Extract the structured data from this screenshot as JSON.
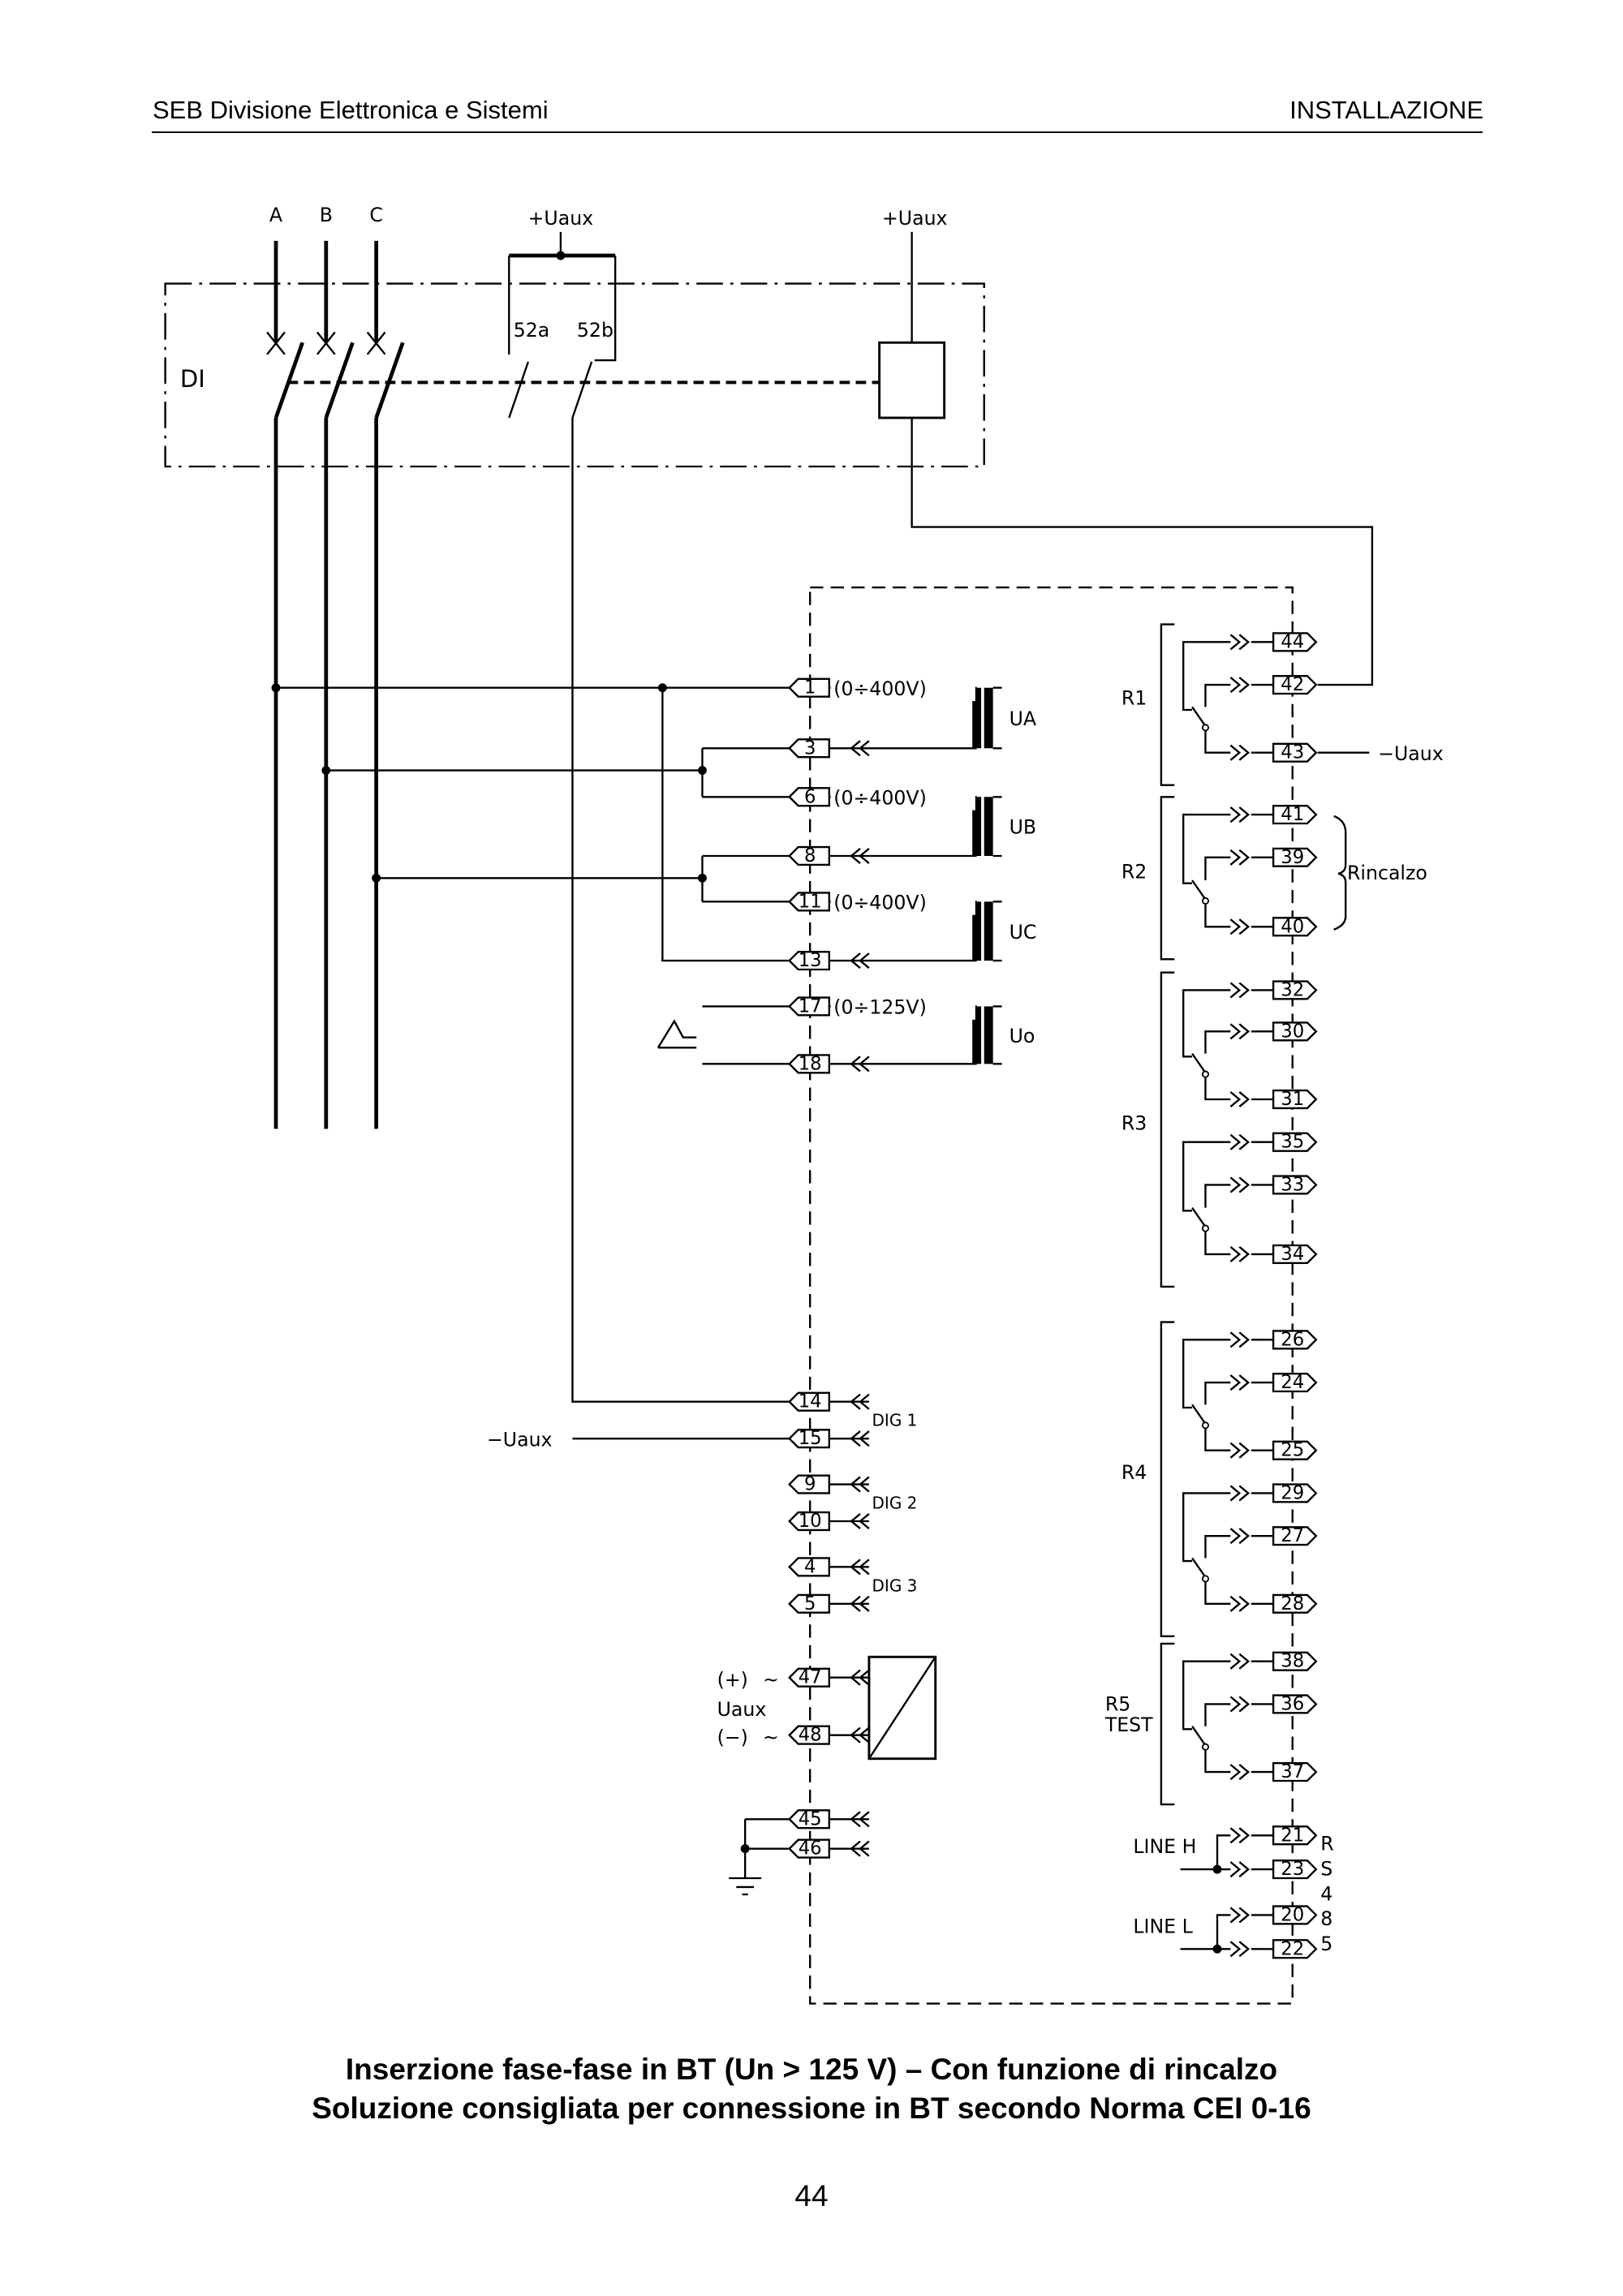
{
  "header": {
    "left": "SEB Divisione Elettronica e Sistemi",
    "right": "INSTALLAZIONE"
  },
  "diagram": {
    "phases": [
      "A",
      "B",
      "C"
    ],
    "breaker": {
      "label": "DI",
      "aux_supply": "+Uaux",
      "coil_supply": "+Uaux",
      "contacts": [
        "52a",
        "52b"
      ]
    },
    "voltage_inputs": [
      {
        "name": "UA",
        "terminals": [
          "1",
          "3"
        ],
        "range": "(0÷400V)"
      },
      {
        "name": "UB",
        "terminals": [
          "6",
          "8"
        ],
        "range": "(0÷400V)"
      },
      {
        "name": "UC",
        "terminals": [
          "11",
          "13"
        ],
        "range": "(0÷400V)"
      },
      {
        "name": "Uo",
        "terminals": [
          "17",
          "18"
        ],
        "range": "(0÷125V)"
      }
    ],
    "digital_inputs": [
      {
        "name": "DIG 1",
        "terminals": [
          "14",
          "15"
        ]
      },
      {
        "name": "DIG 2",
        "terminals": [
          "9",
          "10"
        ]
      },
      {
        "name": "DIG 3",
        "terminals": [
          "4",
          "5"
        ]
      }
    ],
    "minus_uaux_left": "−Uaux",
    "supply": {
      "label": "Uaux",
      "plus": "(+)",
      "minus": "(−)",
      "tilde": "~",
      "terminals": [
        "47",
        "48"
      ]
    },
    "ground_terminals": [
      "45",
      "46"
    ],
    "relays": [
      {
        "name": "R1",
        "terminals": [
          "44",
          "42",
          "43"
        ]
      },
      {
        "name": "R2",
        "terminals": [
          "41",
          "39",
          "40"
        ]
      },
      {
        "name": "R3",
        "terminals": [
          "32",
          "30",
          "31",
          "35",
          "33",
          "34"
        ]
      },
      {
        "name": "R4",
        "terminals": [
          "26",
          "24",
          "25",
          "29",
          "27",
          "28"
        ]
      },
      {
        "name": "R5",
        "sublabel": "TEST",
        "terminals": [
          "38",
          "36",
          "37"
        ]
      }
    ],
    "minus_uaux_right": "−Uaux",
    "rincalzo": "Rincalzo",
    "rs485": {
      "line_h": "LINE H",
      "line_l": "LINE L",
      "terminals": [
        "21",
        "23",
        "20",
        "22"
      ],
      "label_chars": [
        "R",
        "S",
        "4",
        "8",
        "5"
      ]
    }
  },
  "caption": {
    "line1": "Inserzione fase-fase in BT (Un > 125 V) – Con funzione di rincalzo",
    "line2": "Soluzione consigliata per connessione in BT secondo Norma CEI 0-16"
  },
  "page_number": "44"
}
